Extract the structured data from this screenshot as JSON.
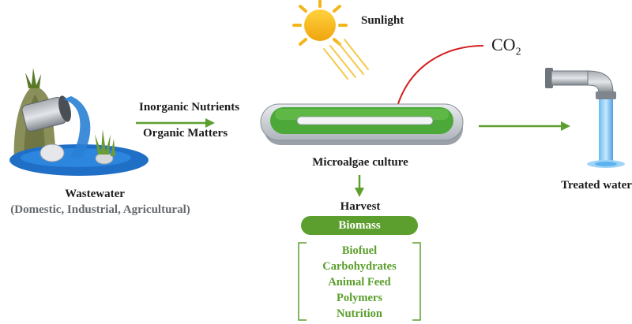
{
  "labels": {
    "sunlight": "Sunlight",
    "co2_base": "CO",
    "co2_sub": "2",
    "inorganic": "Inorganic Nutrients",
    "organic": "Organic Matters",
    "culture": "Microalgae culture",
    "wastewater": "Wastewater",
    "wastewater_types": "(Domestic, Industrial, Agricultural)",
    "treated": "Treated water",
    "harvest": "Harvest",
    "biomass": "Biomass"
  },
  "products": [
    "Biofuel",
    "Carbohydrates",
    "Animal Feed",
    "Polymers",
    "Nutrition"
  ],
  "colors": {
    "arrow_green": "#5d9f2f",
    "co2_arrow": "#d42020",
    "sun": "#f3b51a",
    "pond_green": "#4da83a",
    "water_blue": "#2a7fd4",
    "text_dark": "#1c1c1c",
    "text_green": "#5a9e2a"
  }
}
